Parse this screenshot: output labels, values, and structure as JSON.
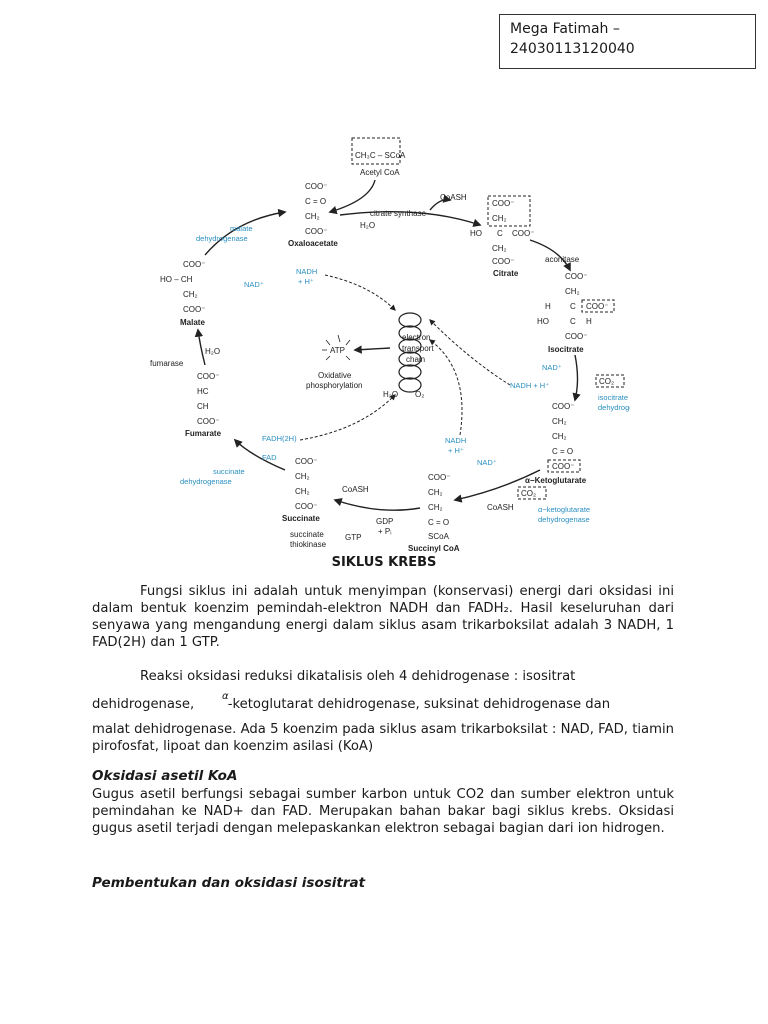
{
  "author_box": {
    "line1": "Mega Fatimah –",
    "line2": "24030113120040"
  },
  "diagram": {
    "acetyl_coa": "Acetyl CoA",
    "acetyl_formula": "CH₃C – SCoA",
    "coash_top": "CoASH",
    "citrate_synthase": "citrate synthase",
    "h2o_top": "H₂O",
    "oxaloacetate": "Oxaloacetate",
    "citrate": "Citrate",
    "aconitase": "aconitase",
    "isocitrate": "Isocitrate",
    "isocitrate_dh": [
      "isocitrate",
      "dehydrogenase"
    ],
    "ketoglutarate": "α−Ketoglutarate",
    "ketoglutarate_dh": [
      "α−ketoglutarate",
      "dehydrogenase"
    ],
    "succinyl_coa": "Succinyl CoA",
    "coash_bottom_right": "CoASH",
    "coash_bottom_left": "CoASH",
    "gdp": "GDP",
    "pi": "+ Pᵢ",
    "gtp": "GTP",
    "succinate": "Succinate",
    "succinate_thiokinase": [
      "succinate",
      "thiokinase"
    ],
    "succinate_dh": [
      "succinate",
      "dehydrogenase"
    ],
    "fadh2": "FADH(2H)",
    "fad": "FAD",
    "fumarate": "Fumarate",
    "fumarase": "fumarase",
    "h2o_left": "H₂O",
    "malate": "Malate",
    "malate_dh": [
      "malate",
      "dehydrogenase"
    ],
    "nad_malate": "NAD⁺",
    "nadh_top": [
      "NADH",
      "+ H⁺"
    ],
    "nad_iso": "NAD⁺",
    "nadh_iso": "NADH + H⁺",
    "co2": "CO₂",
    "nadh_kg": [
      "NADH",
      "+ H⁺"
    ],
    "nad_kg": "NAD⁺",
    "atp": "ATP",
    "etc": [
      "electron",
      "transport",
      "chain"
    ],
    "oxphos": [
      "Oxidative",
      "phosphorylation"
    ],
    "h2o_center": "H₂O",
    "o2_center": "O₂",
    "coo": "COO⁻",
    "cooh_minus": "COO⁻",
    "ho": "HO",
    "h": "H",
    "c": "C",
    "ch2": "CH₂",
    "c_o": "C = O",
    "ch": "CH",
    "hc": "HC",
    "scoa": "SCoA",
    "ho_ch": "HO – CH",
    "colors": {
      "cyan": "#2a8fc1"
    }
  },
  "caption": "SIKLUS KREBS",
  "paragraphs": {
    "p1": "Fungsi siklus ini adalah untuk menyimpan (konservasi) energi dari oksidasi ini dalam bentuk koenzim pemindah-elektron NADH dan FADH₂. Hasil keseluruhan dari senyawa yang mengandung energi dalam siklus asam trikarboksilat adalah 3 NADH, 1 FAD(2H) dan 1 GTP.",
    "p2_line1": "Reaksi oksidasi reduksi dikatalisis oleh 4 dehidrogenase : isositrat",
    "p2_line2": "dehidrogenase,        -ketoglutarat dehidrogenase, suksinat dehidrogenase dan",
    "p2_rest": "malat dehidrogenase. Ada 5 koenzim pada siklus asam trikarboksilat : NAD, FAD, tiamin pirofosfat, lipoat dan koenzim asilasi (KoA)",
    "alpha": "α",
    "h1": "Oksidasi asetil KoA",
    "p3": "Gugus asetil berfungsi sebagai sumber karbon untuk CO2 dan sumber elektron untuk pemindahan ke NAD+ dan FAD. Merupakan bahan bakar bagi siklus krebs. Oksidasi gugus asetil terjadi dengan melepaskankan elektron sebagai bagian dari ion hidrogen.",
    "h2": "Pembentukan dan oksidasi isositrat"
  }
}
